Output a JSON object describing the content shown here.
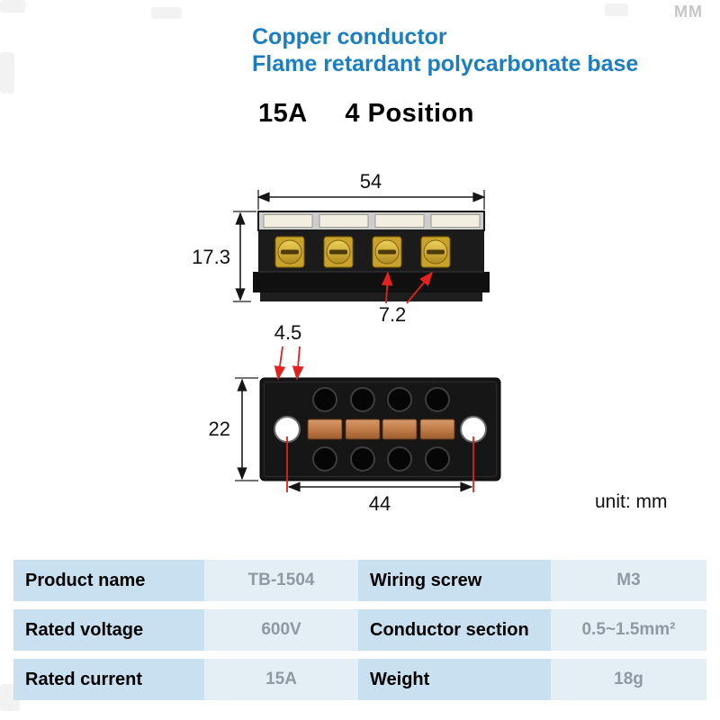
{
  "header": {
    "line1": "Copper conductor",
    "line2": "Flame retardant polycarbonate base",
    "title": "15A     4 Position"
  },
  "watermark": {
    "top_right": "MM"
  },
  "diagram": {
    "unit_label": "unit: mm",
    "top_view": {
      "width": "54",
      "height": "17.3",
      "screw_pitch": "7.2"
    },
    "bottom_view": {
      "hole_offset": "4.5",
      "height": "22",
      "hole_span": "44"
    }
  },
  "colors": {
    "accent_blue": "#1b7ec2",
    "dim_red": "#e0231e",
    "table_label_bg": "#c9e0f0",
    "table_value_bg": "#e4eef5",
    "copper": "#c07c48",
    "brass_screw": "#c9a22c"
  },
  "table": {
    "rows": [
      {
        "label1": "Product name",
        "value1": "TB-1504",
        "label2": "Wiring screw",
        "value2": "M3"
      },
      {
        "label1": "Rated voltage",
        "value1": "600V",
        "label2": "Conductor section",
        "value2": "0.5~1.5mm²"
      },
      {
        "label1": "Rated current",
        "value1": "15A",
        "label2": "Weight",
        "value2": "18g"
      }
    ]
  }
}
